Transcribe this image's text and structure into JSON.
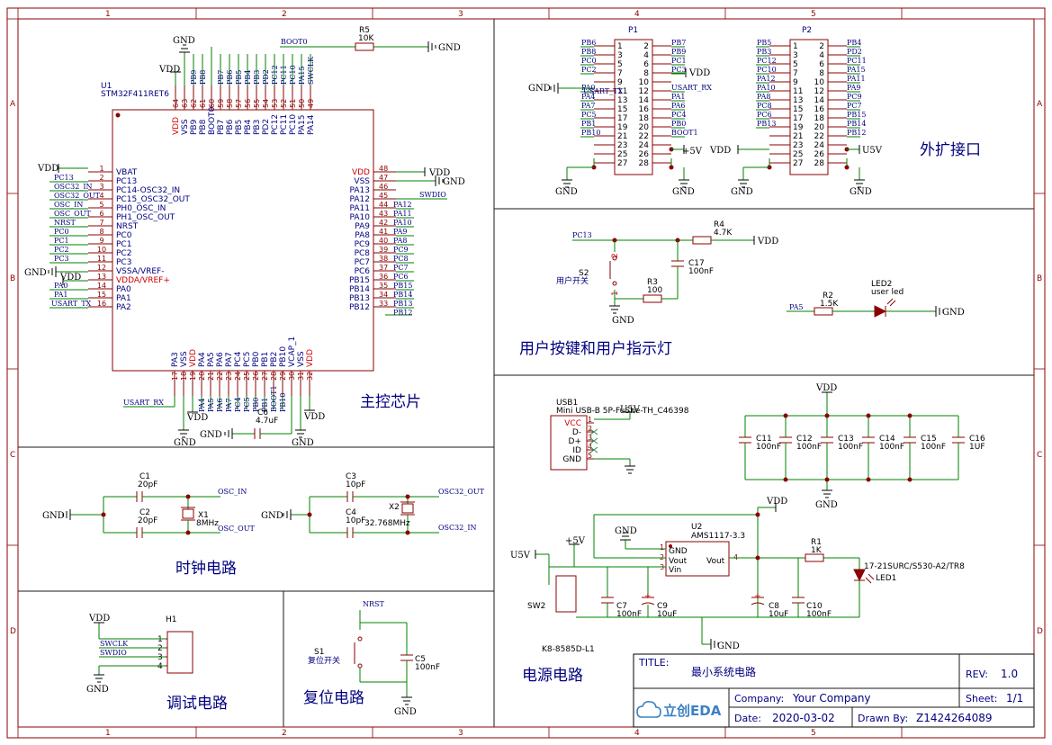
{
  "sections": {
    "main_chip": "主控芯片",
    "expansion": "外扩接口",
    "user_io": "用户按键和用户指示灯",
    "clock": "时钟电路",
    "debug": "调试电路",
    "reset": "复位电路",
    "power": "电源电路"
  },
  "grid": {
    "columns": [
      "1",
      "2",
      "3",
      "4",
      "5"
    ],
    "rows": [
      "A",
      "B",
      "C",
      "D"
    ]
  },
  "power_labels": {
    "gnd": "GND",
    "vdd": "VDD",
    "u5v": "U5V",
    "p5v": "+5V"
  },
  "u1": {
    "ref": "U1",
    "value": "STM32F411RET6",
    "left_pins": [
      {
        "num": "1",
        "name": "VBAT",
        "net": ""
      },
      {
        "num": "2",
        "name": "PC13",
        "net": "PC13"
      },
      {
        "num": "3",
        "name": "PC14-OSC32_IN",
        "net": "OSC32_IN"
      },
      {
        "num": "4",
        "name": "PC15_OSC32_OUT",
        "net": "OSC32_OUT"
      },
      {
        "num": "5",
        "name": "PH0_OSC_IN",
        "net": "OSC_IN"
      },
      {
        "num": "6",
        "name": "PH1_OSC_OUT",
        "net": "OSC_OUT"
      },
      {
        "num": "7",
        "name": "NRST",
        "net": "NRST"
      },
      {
        "num": "8",
        "name": "PC0",
        "net": "PC0"
      },
      {
        "num": "9",
        "name": "PC1",
        "net": "PC1"
      },
      {
        "num": "10",
        "name": "PC2",
        "net": "PC2"
      },
      {
        "num": "11",
        "name": "PC3",
        "net": "PC3"
      },
      {
        "num": "12",
        "name": "VSSA/VREF-",
        "net": ""
      },
      {
        "num": "13",
        "name": "VDDA/VREF+",
        "net": ""
      },
      {
        "num": "14",
        "name": "PA0",
        "net": "PA0"
      },
      {
        "num": "15",
        "name": "PA1",
        "net": "PA1"
      },
      {
        "num": "16",
        "name": "PA2",
        "net": "USART_TX"
      }
    ],
    "right_pins": [
      {
        "num": "48",
        "name": "VDD",
        "net": ""
      },
      {
        "num": "47",
        "name": "VSS",
        "net": ""
      },
      {
        "num": "46",
        "name": "PA13",
        "net": ""
      },
      {
        "num": "45",
        "name": "PA12",
        "net": "SWDIO"
      },
      {
        "num": "44",
        "name": "PA11",
        "net": "PA12"
      },
      {
        "num": "43",
        "name": "PA10",
        "net": "PA11"
      },
      {
        "num": "42",
        "name": "PA9",
        "net": "PA10"
      },
      {
        "num": "41",
        "name": "PA8",
        "net": "PA9"
      },
      {
        "num": "40",
        "name": "PC9",
        "net": "PA8"
      },
      {
        "num": "39",
        "name": "PC8",
        "net": "PC9"
      },
      {
        "num": "38",
        "name": "PC7",
        "net": "PC8"
      },
      {
        "num": "37",
        "name": "PC6",
        "net": "PC7"
      },
      {
        "num": "36",
        "name": "PB15",
        "net": "PC6"
      },
      {
        "num": "35",
        "name": "PB14",
        "net": "PB15"
      },
      {
        "num": "34",
        "name": "PB13",
        "net": "PB14"
      },
      {
        "num": "33",
        "name": "PB12",
        "net": "PB13"
      }
    ],
    "right_extra_net": "PB12",
    "top_pins": [
      {
        "num": "64",
        "name": "VDD",
        "net": ""
      },
      {
        "num": "63",
        "name": "VSS",
        "net": ""
      },
      {
        "num": "62",
        "name": "PB9",
        "net": "PB9"
      },
      {
        "num": "61",
        "name": "PB8",
        "net": "PB8"
      },
      {
        "num": "60",
        "name": "BOOT0",
        "net": "BOOT0"
      },
      {
        "num": "59",
        "name": "PB7",
        "net": "PB7"
      },
      {
        "num": "58",
        "name": "PB6",
        "net": "PB6"
      },
      {
        "num": "57",
        "name": "PB5",
        "net": "PB5"
      },
      {
        "num": "56",
        "name": "PB4",
        "net": "PB4"
      },
      {
        "num": "55",
        "name": "PB3",
        "net": "PB3"
      },
      {
        "num": "54",
        "name": "PD2",
        "net": "PD2"
      },
      {
        "num": "53",
        "name": "PC12",
        "net": "PC12"
      },
      {
        "num": "52",
        "name": "PC11",
        "net": "PC11"
      },
      {
        "num": "51",
        "name": "PC10",
        "net": "PC10"
      },
      {
        "num": "50",
        "name": "PA15",
        "net": "PA15"
      },
      {
        "num": "49",
        "name": "PA14",
        "net": "SWCLK"
      }
    ],
    "bottom_pins": [
      {
        "num": "17",
        "name": "PA3",
        "net": ""
      },
      {
        "num": "18",
        "name": "VSS",
        "net": ""
      },
      {
        "num": "19",
        "name": "VDD",
        "net": ""
      },
      {
        "num": "20",
        "name": "PA4",
        "net": "PA4"
      },
      {
        "num": "21",
        "name": "PA5",
        "net": "PA5"
      },
      {
        "num": "22",
        "name": "PA6",
        "net": "PA6"
      },
      {
        "num": "23",
        "name": "PA7",
        "net": "PA7"
      },
      {
        "num": "24",
        "name": "PC4",
        "net": "PC4"
      },
      {
        "num": "25",
        "name": "PC5",
        "net": "PC5"
      },
      {
        "num": "26",
        "name": "PB0",
        "net": "PB0"
      },
      {
        "num": "27",
        "name": "PB1",
        "net": "PB1"
      },
      {
        "num": "28",
        "name": "PB2",
        "net": "BOOT1"
      },
      {
        "num": "29",
        "name": "PB10",
        "net": "PB10"
      },
      {
        "num": "30",
        "name": "VCAP_1",
        "net": ""
      },
      {
        "num": "31",
        "name": "VSS",
        "net": ""
      },
      {
        "num": "32",
        "name": "VDD",
        "net": ""
      }
    ],
    "usart_rx": "USART_RX",
    "c6": {
      "ref": "C6",
      "value": "4.7uF"
    }
  },
  "r5": {
    "ref": "R5",
    "value": "10K",
    "net": "BOOT0"
  },
  "p1": {
    "ref": "P1",
    "left_nets": [
      "PB6",
      "PB8",
      "PC0",
      "PC2",
      "",
      "PA0",
      "PA4",
      "PA7",
      "PC5",
      "PB1",
      "PB10",
      "",
      ""
    ],
    "right_nets": [
      "PB7",
      "PB9",
      "PC1",
      "PC3",
      "",
      "USART_RX",
      "PA1",
      "PA6",
      "PC4",
      "PB0",
      "BOOT1",
      "",
      ""
    ],
    "gnd_net_left": "USART_TX",
    "pins_left": [
      "1",
      "3",
      "5",
      "7",
      "9",
      "11",
      "13",
      "15",
      "17",
      "19",
      "21",
      "23",
      "25",
      "27"
    ],
    "pins_right": [
      "2",
      "4",
      "6",
      "8",
      "10",
      "12",
      "14",
      "16",
      "18",
      "20",
      "22",
      "24",
      "26",
      "28"
    ]
  },
  "p2": {
    "ref": "P2",
    "left_nets": [
      "PB5",
      "PB3",
      "PC12",
      "PC10",
      "PA12",
      "PA10",
      "PA8",
      "PC8",
      "PC6",
      "PB13",
      "",
      "",
      "",
      ""
    ],
    "right_nets": [
      "PB4",
      "PD2",
      "PC11",
      "PA15",
      "PA11",
      "PA9",
      "PC9",
      "PC7",
      "PB15",
      "PB14",
      "PB12",
      "",
      "",
      ""
    ],
    "pins_left": [
      "1",
      "3",
      "5",
      "7",
      "9",
      "11",
      "13",
      "15",
      "17",
      "19",
      "21",
      "23",
      "25",
      "27"
    ],
    "pins_right": [
      "2",
      "4",
      "6",
      "8",
      "10",
      "12",
      "14",
      "16",
      "18",
      "20",
      "22",
      "24",
      "26",
      "28"
    ]
  },
  "user": {
    "pc13": "PC13",
    "r4": {
      "ref": "R4",
      "value": "4.7K"
    },
    "c17": {
      "ref": "C17",
      "value": "100nF"
    },
    "s2": {
      "ref": "S2",
      "desc": "用户开关"
    },
    "r3": {
      "ref": "R3",
      "value": "100"
    },
    "led2": {
      "ref": "LED2",
      "value": "user led"
    },
    "r2": {
      "ref": "R2",
      "value": "1.5K"
    },
    "pa5": "PA5"
  },
  "clock": {
    "c1": {
      "ref": "C1",
      "value": "20pF"
    },
    "c2": {
      "ref": "C2",
      "value": "20pF"
    },
    "x1": {
      "ref": "X1",
      "value": "8MHz"
    },
    "osc_in": "OSC_IN",
    "osc_out": "OSC_OUT",
    "c3": {
      "ref": "C3",
      "value": "10pF"
    },
    "c4": {
      "ref": "C4",
      "value": "10pF"
    },
    "x2": {
      "ref": "X2",
      "value": "32.768MHz"
    },
    "osc32_out": "OSC32_OUT",
    "osc32_in": "OSC32_IN"
  },
  "debug": {
    "h1": "H1",
    "swclk": "SWCLK",
    "swdio": "SWDIO",
    "pins": [
      "1",
      "2",
      "3",
      "4"
    ]
  },
  "reset": {
    "nrst": "NRST",
    "s1": {
      "ref": "S1",
      "desc": "复位开关"
    },
    "c5": {
      "ref": "C5",
      "value": "100nF"
    }
  },
  "power": {
    "usb1": {
      "ref": "USB1",
      "value": "Mini USB-B 5P-FuShe-TH_C46398"
    },
    "usb_pins": [
      "VCC",
      "D-",
      "D+",
      "ID",
      "GND"
    ],
    "caps": [
      {
        "ref": "C11",
        "value": "100nF"
      },
      {
        "ref": "C12",
        "value": "100nF"
      },
      {
        "ref": "C13",
        "value": "100nF"
      },
      {
        "ref": "C14",
        "value": "100nF"
      },
      {
        "ref": "C15",
        "value": "100nF"
      },
      {
        "ref": "C16",
        "value": "1UF"
      }
    ],
    "u2": {
      "ref": "U2",
      "value": "AMS1117-3.3",
      "gnd": "GND",
      "vout": "Vout",
      "vin": "Vin",
      "vout_r": "Vout"
    },
    "r1": {
      "ref": "R1",
      "value": "1K"
    },
    "led1": {
      "ref": "LED1",
      "value": "17-21SURC/S530-A2/TR8"
    },
    "sw2": {
      "ref": "SW2",
      "value": "K8-8585D-L1"
    },
    "c7": {
      "ref": "C7",
      "value": "100nF"
    },
    "c9": {
      "ref": "C9",
      "value": "10uF"
    },
    "c8": {
      "ref": "C8",
      "value": "10uF"
    },
    "c10": {
      "ref": "C10",
      "value": "100nF"
    }
  },
  "title_block": {
    "title_label": "TITLE:",
    "title": "最小系统电路",
    "rev_label": "REV:",
    "rev": "1.0",
    "company_label": "Company:",
    "company": "Your Company",
    "sheet_label": "Sheet:",
    "sheet": "1/1",
    "date_label": "Date:",
    "date": "2020-03-02",
    "drawn_label": "Drawn By:",
    "drawn": "Z1424264089",
    "logo": "立创EDA"
  }
}
